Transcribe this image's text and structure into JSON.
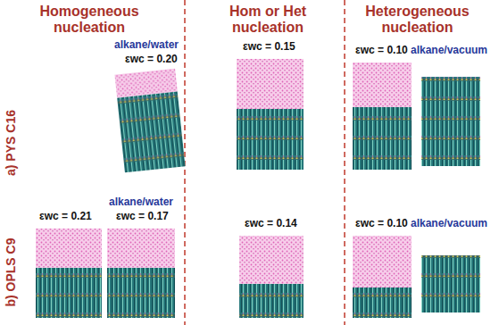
{
  "diagram": {
    "labels": [
      "Homogeneous nucleation",
      "Hom or Het nucleation",
      "Heterogeneous nucleation",
      "a) PYS C16",
      "b) OPLS C9",
      "alkane/water",
      "εwc = 0.20",
      "εwc = 0.15",
      "εwc = 0.10",
      "alkane/vacuum",
      "εwc = 0.21",
      "alkane/water",
      "εwc = 0.17",
      "εwc = 0.14",
      "εwc = 0.10",
      "alkane/vacuum"
    ]
  }
}
